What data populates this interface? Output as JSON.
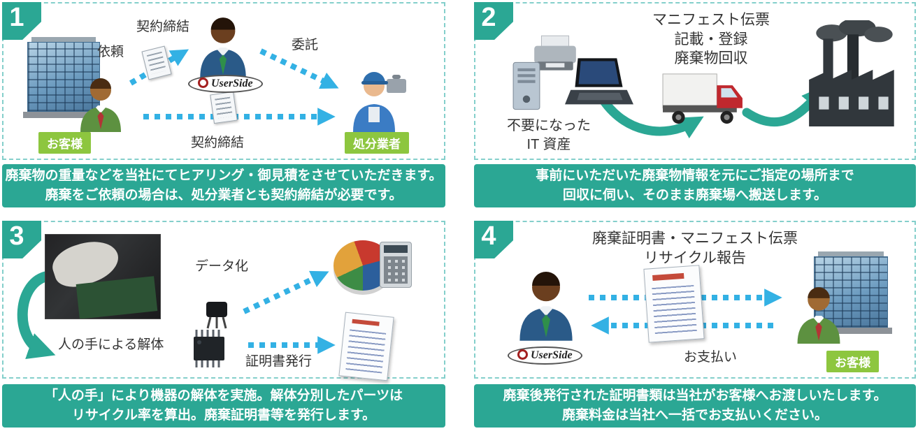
{
  "colors": {
    "teal": "#2ba794",
    "cyan": "#33b1e4",
    "tag_green": "#8dc63f",
    "border_dash": "#84cfcb",
    "text_dark": "#333333"
  },
  "logo": {
    "userside": "UserSide"
  },
  "panels": {
    "p1": {
      "number": "1",
      "label_request": "依頼",
      "label_contract_top": "契約締結",
      "label_entrust": "委託",
      "label_contract_bottom": "契約締結",
      "tag_customer": "お客様",
      "tag_disposal": "処分業者",
      "caption1": "廃棄物の重量などを当社にてヒアリング・御見積をさせていただきます。",
      "caption2": "廃棄をご依頼の場合は、処分業者とも契約締結が必要です。"
    },
    "p2": {
      "number": "2",
      "header1": "マニフェスト伝票",
      "header2": "記載・登録",
      "header3": "廃棄物回収",
      "label_it1": "不要になった",
      "label_it2": "IT 資産",
      "caption1": "事前にいただいた廃棄物情報を元にご指定の場所まで",
      "caption2": "回収に伺い、そのまま廃棄場へ搬送します。"
    },
    "p3": {
      "number": "3",
      "label_data": "データ化",
      "label_manual": "人の手による解体",
      "label_cert": "証明書発行",
      "caption1": "「人の手」により機器の解体を実施。解体分別したパーツは",
      "caption2": "リサイクル率を算出。廃棄証明書等を発行します。"
    },
    "p4": {
      "number": "4",
      "header1": "廃棄証明書・マニフェスト伝票",
      "header2": "リサイクル報告",
      "label_payment": "お支払い",
      "tag_customer": "お客様",
      "caption1": "廃棄後発行された証明書類は当社がお客様へお渡しいたします。",
      "caption2": "廃棄料金は当社へ一括でお支払いください。"
    }
  }
}
